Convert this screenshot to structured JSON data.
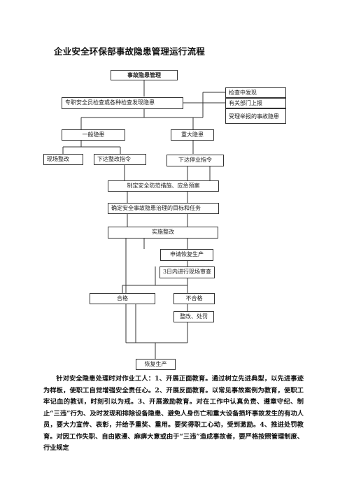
{
  "title": "企业安全环保部事故隐患管理运行流程",
  "flowchart": {
    "top": "事故隐患管理",
    "source_main": "专职安全员检查或各种检查发现隐患",
    "source_check": "检查中发现",
    "source_dept": "有关部门上报",
    "source_report": "受理举报的事故隐患",
    "general": "一般隐患",
    "major": "重大隐患",
    "onsite_fix": "现场整改",
    "issue_fix_order": "下达整改指令",
    "issue_stop_order": "下达停业指令",
    "make_measures": "制定安全防范措施、应急预案",
    "set_goals": "确定安全事故隐患治理的目标和任务",
    "implement": "实施整改",
    "apply_resume": "申请恢复生产",
    "review": "3日内进行现场审查",
    "pass": "合格",
    "fail": "不合格",
    "rectify_punish": "整改、处罚",
    "resume": "恢复生产"
  },
  "body_text": "针对安全隐患处理时对作业工人：1、开展正面教育。通过树立先进典型，以先进事迹为样板，使职工自觉增强安全责任心。2、开展反面教育。以常见事故案例为教育，使职工牢记血的教训，时刻引以为戒。3、开展激励教育。对在工作中认真负责、遵章守纪、制止“三违”行为、及时发现和排除设备隐患、避免人身伤亡和重大设备损坏事故发生的有功人员，要大力宣传、表彰，并给予重奖、重用。要奖得职工心动，受到激励。4、推进处罚教育。对因工作失职、自由散漫、麻痹大意或由于“三违”造成事故者，要严格按照管理制度、行业规定"
}
